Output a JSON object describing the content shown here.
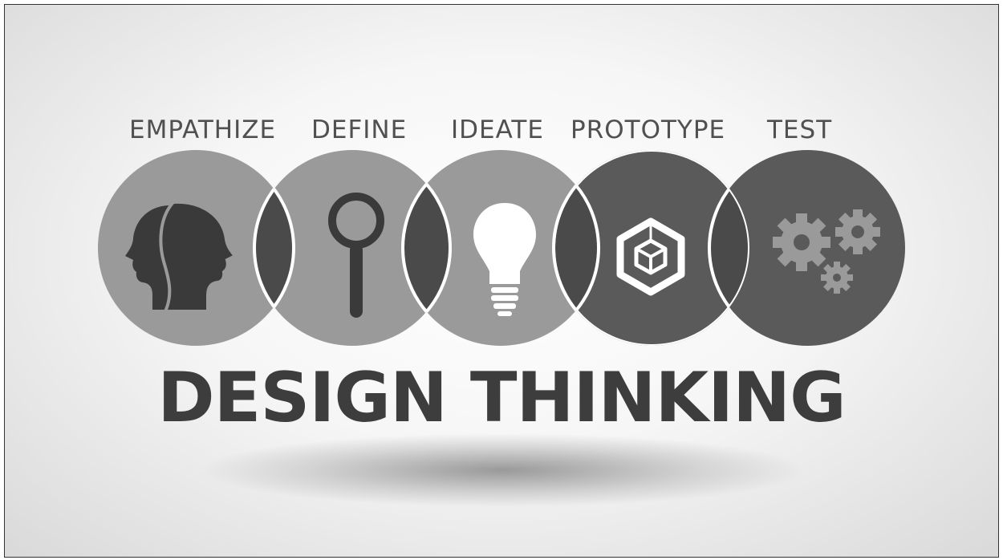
{
  "stages": [
    {
      "label": "EMPATHIZE",
      "icon": "heads-profile-icon"
    },
    {
      "label": "DEFINE",
      "icon": "magnifying-glass-icon"
    },
    {
      "label": "IDEATE",
      "icon": "lightbulb-icon"
    },
    {
      "label": "PROTOTYPE",
      "icon": "cube-hexagon-icon"
    },
    {
      "label": "TEST",
      "icon": "gears-icon"
    }
  ],
  "title": "DESIGN THINKING",
  "colors": {
    "light_circle": "#9a9a9a",
    "dark_circle": "#5a5a5a",
    "overlap": "#4a4a4a",
    "icon_dark": "#3a3a3a",
    "icon_light": "#ffffff",
    "text": "#505050",
    "title": "#3d3d3d"
  }
}
